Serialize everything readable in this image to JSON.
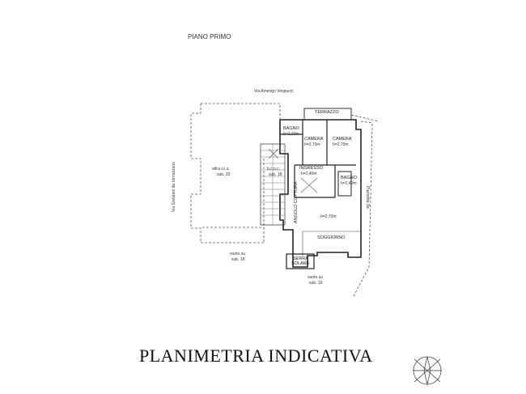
{
  "header": {
    "floor_label": "PIANO PRIMO"
  },
  "streets": {
    "north": "Via Amerigo Vespucci",
    "west": "Via Giovanni da Verrazzano",
    "east": "Piazzetta 8a"
  },
  "rooms": {
    "terrace": "TERRAZZO",
    "bath1": "BAGNO",
    "bath1_h": "h=2,40m",
    "bedroom1": "CAMERA",
    "bedroom1_h": "h=2,70m",
    "bedroom2": "CAMERA",
    "bedroom2_h": "h=2,70m",
    "entrance": "INGRESSO",
    "entrance_h": "h=2,40m",
    "bath2": "BAGNO",
    "bath2_h": "h=2,40m",
    "kitchen_area": "ANGOLO COTTURA",
    "living": "SOGGIORNO",
    "living_h": "h=2,70m",
    "greenhouse": "SERRA",
    "greenhouse2": "SOLARE"
  },
  "neighbours": {
    "other_unit": "altra u.i.u.",
    "other_unit_sub": "sub. 20",
    "bcnc": "b.c.n.c.",
    "bcnc_sub": "sub. 18",
    "sw_label": "vuoto su",
    "sw_sub": "sub. 18",
    "s_label": "vuoto su",
    "s_sub": "sub. 19"
  },
  "footer": {
    "title": "PLANIMETRIA INDICATIVA"
  }
}
